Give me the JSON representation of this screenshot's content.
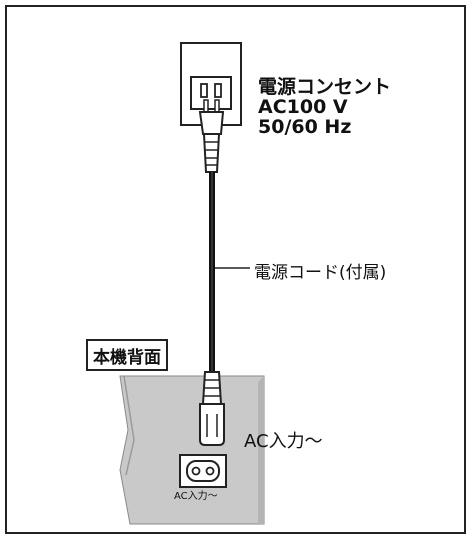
{
  "outlet": {
    "title": "電源コンセント",
    "voltage": "AC100 V",
    "frequency": "50/60 Hz"
  },
  "cord": {
    "label": "電源コード(付属)"
  },
  "unit": {
    "label": "本機背面"
  },
  "connector": {
    "ac_input_label": "AC入力〜",
    "inlet_label": "AC入力〜"
  },
  "colors": {
    "unit_body": "#c9c9c9",
    "unit_edge": "#b4b4b4",
    "cord": "#111111",
    "line": "#222222"
  }
}
